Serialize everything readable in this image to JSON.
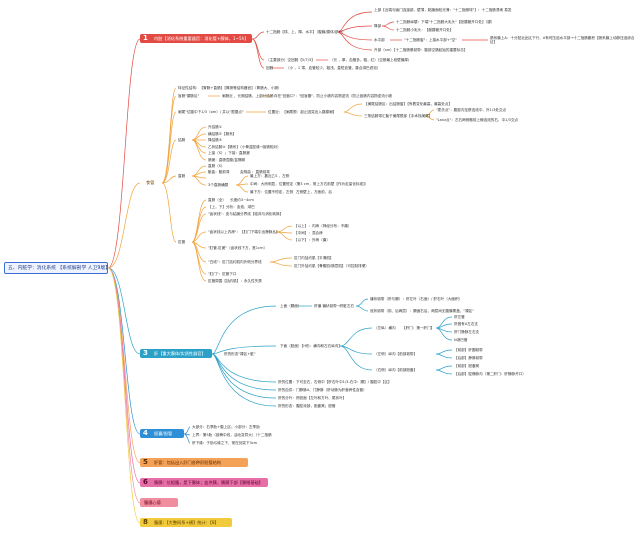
{
  "root": {
    "label": "五、内脏学：消化系统 【系统解剖学 人卫9版】"
  },
  "branches": [
    {
      "num": "1",
      "label": "内脏【消化系统重要器官：消化管+腺体，1~5h】",
      "color": "#e24a43",
      "text_color": "#ffffff"
    },
    {
      "num": "",
      "label": "食管",
      "color": "#f1a33b",
      "text_color": "#7a4800"
    },
    {
      "num": "3",
      "label": "肝【重大腺体/实质性器官】",
      "color": "#2ca1c8",
      "text_color": "#ffffff"
    },
    {
      "num": "4",
      "label": "胆囊/胆管",
      "color": "#2f8fd6",
      "text_color": "#ffffff"
    },
    {
      "num": "5",
      "label": "肝管：包括出入肝门各种肝胆管结构",
      "color": "#f4a257",
      "text_color": "#5a2a00"
    },
    {
      "num": "6",
      "label": "胰腺：位粗腹，是下腺体；血供胰，胰腺下部【腺眼基础】",
      "color": "#e76fa7",
      "text_color": "#5a0030"
    },
    {
      "num": "",
      "label": "腹膜心德",
      "color": "#f08ea0",
      "text_color": "#6a0018"
    },
    {
      "num": "8",
      "label": "腹膜：【大整网系+横】统计：【8】",
      "color": "#f2cb3c",
      "text_color": "#5a3f00"
    }
  ],
  "b1": {
    "a": "十二指肠【球、上、降、水平】（腹膜/腺体/部分）",
    "a1": "上部【近端与幽门连接部，壁薄，黏膜面较光滑：\"十二指肠球\"】：十二指肠溃疡 易发",
    "a2": "降部",
    "a2a": "十二指肠纵襞：下端\"十二指肠大乳头\"【胆胰管开口处】（腺）",
    "a2b": "十二指肠小乳头：【副胰管开口处】",
    "a3": "水平部",
    "a3a": "\"十二指肠窗\"：上接水平部+\"空\"",
    "a3b": "肠系膜上A：十分贴近此区下行，A有时压迫水平部→十二指肠壅积【肠系膜上动脉压迫综合征】",
    "a4": "升部（sm）【十二指肠悬韧带：腹部空肠起始的重要标志】",
    "b": "（主要部分）空回肠【5/7/3】",
    "b1": "（长 ，厚，血管多，粗，红）(空肠最上段壁最厚)",
    "c": "回肠",
    "c1": "（小 ，1 薄，血管较少，粗浅，直短血管，集合淋巴滤泡）"
  },
  "b2": {
    "t1": "特征性结构：【胃肠+直肠】【胃肠等结构器官】（胃肠大、小肠）",
    "t2": "盲肠\"腺脉区\"",
    "t2a": "阑肠近 ，长期结肠，上部分结肠",
    "t2b": "存在\"回盲口\"：\"回盲瓣\"，防止小肠内容物逆流（防止盲肠内容物逆流小肠",
    "t3": "阑尾\"位腹中下1/3（om）/ 并以\"根据点\"",
    "t3a": "位置近：【阑尾根：起止因突出入路腺阑】",
    "t3b": "【阑尾结肠区：出结肠窗】【有着变化最高，最高处点】",
    "t3c": "\"麦氏点\"：腹股沟至脐连线中、外1/3处交点",
    "t3d": "\"Lanz点\"：左右两侧髂前上棘连线的右、中1/3交点",
    "t4": "三条结肠带汇聚于阑尾根部【手术找阑尾】",
    "c1": "结肠",
    "c1a": "升结肠①",
    "c1b": "横结肠②【肠系】",
    "c1c": "降结肠③",
    "c1d": "乙状结肠④【肠系】（小骨盆腔缘→盲肠相对）",
    "c1e": "上接（S）；下接：直肠窦",
    "c1f": "肠窦：直肠壶腹/盆隔窝",
    "r1": "直肠",
    "r1a": "直肠（S）",
    "r1b": "骶曲：骶前弯",
    "r1c": "会阴曲 ：直肠前弯",
    "r1d": "3个直肠横襞",
    "r1e": "最上方：靠近乙S ，左侧",
    "r1f": "中间：大而明显，位置恒定（第3 cm，常上方右前壁【作为定量化标准】）",
    "r1g": "最下方：位置不恒定，左侧",
    "r1h": "左侧壁上，方面前、后",
    "a1": "肛管",
    "a1a": "直肠（全）",
    "a1b": "长度约3~4cm",
    "a1c": "【上，下】分析：血液，淋巴",
    "a1d": "\"齿状线\"：皮与粘膜分界线【临床与消化转换】",
    "a1e": "\"齿状线以上内痔\"：【肛门下端引出静脉丛】",
    "a1f": "【以上】：内痔（神经分布：不痛）",
    "a1g": "【中间】：混合痔",
    "a1h": "【以下】：外痔（痛）",
    "a1i": "\"肛管-肛窦\"（齿状线下方，宽1cm）",
    "a1j": "\"白线\"：肛门括约肌内外侧分界线",
    "a1k": "肛门内括约肌【平滑肌】",
    "a1l": "肛门外括约肌【骨骼肌/随意肌】（可控制排便）",
    "a1m": "\"肛门\"：肛管下口",
    "a1n": "肛管周围【括约肌】：永久性失禁"
  },
  "b3": {
    "s": "肝的形态\"裸区+脏\"",
    "s1": "上面（膈面）",
    "s1a": "肝镰 镰状韧带→肝脏左右",
    "s1b": "镰状韧带（肝与膈）：肝左叶（右面）/ 肝右叶（大面积）",
    "s1c": "冠状韧带（前、后两层）：膈面右后，两层间无腹膜覆盖，\"裸区\"",
    "s2": "下面（脏面）【H形：横沟和左右纵沟】",
    "s2a": "（左纵）横沟",
    "s2b": "【肝门：第一肝门】",
    "s2c": "肝左管",
    "s2d": "肝固有A左右支",
    "s2e": "肝门静脉左右支",
    "s2f": "N淋巴管",
    "s2g": "（左侧）纵沟【前部韧带】",
    "s2h": "【前部】肝圆韧带",
    "s2i": "【后部】静脉韧带",
    "s2j": "（右侧）纵沟【前部胆囊】",
    "s2k": "【前部】胆囊窝",
    "s2l": "【后部】腔静脉沟（第二肝门：肝静脉开口）",
    "s3": "肝的位置：下可至右，右侧中【肝右叶中1/3-右中：膈】/ 腹腔中【区】",
    "s4": "肝的血供：门静脉A、门静脉（肝动脉为肝营养性血管）",
    "s5": "肝的分叶：肝脏面【左叶和方叶、尾状叶】",
    "s6": "肝的形态：腹腔深部，胆囊窝；胆管"
  },
  "b4": {
    "l1": "大部分：右季肋+腹上区；小部分：左季肋",
    "l2": "上界：第5肋（锁骨中线，活动变异大）（十二指肠",
    "l3": "肝下缘：于肋弓缘之下，常在剑突下3cm"
  }
}
